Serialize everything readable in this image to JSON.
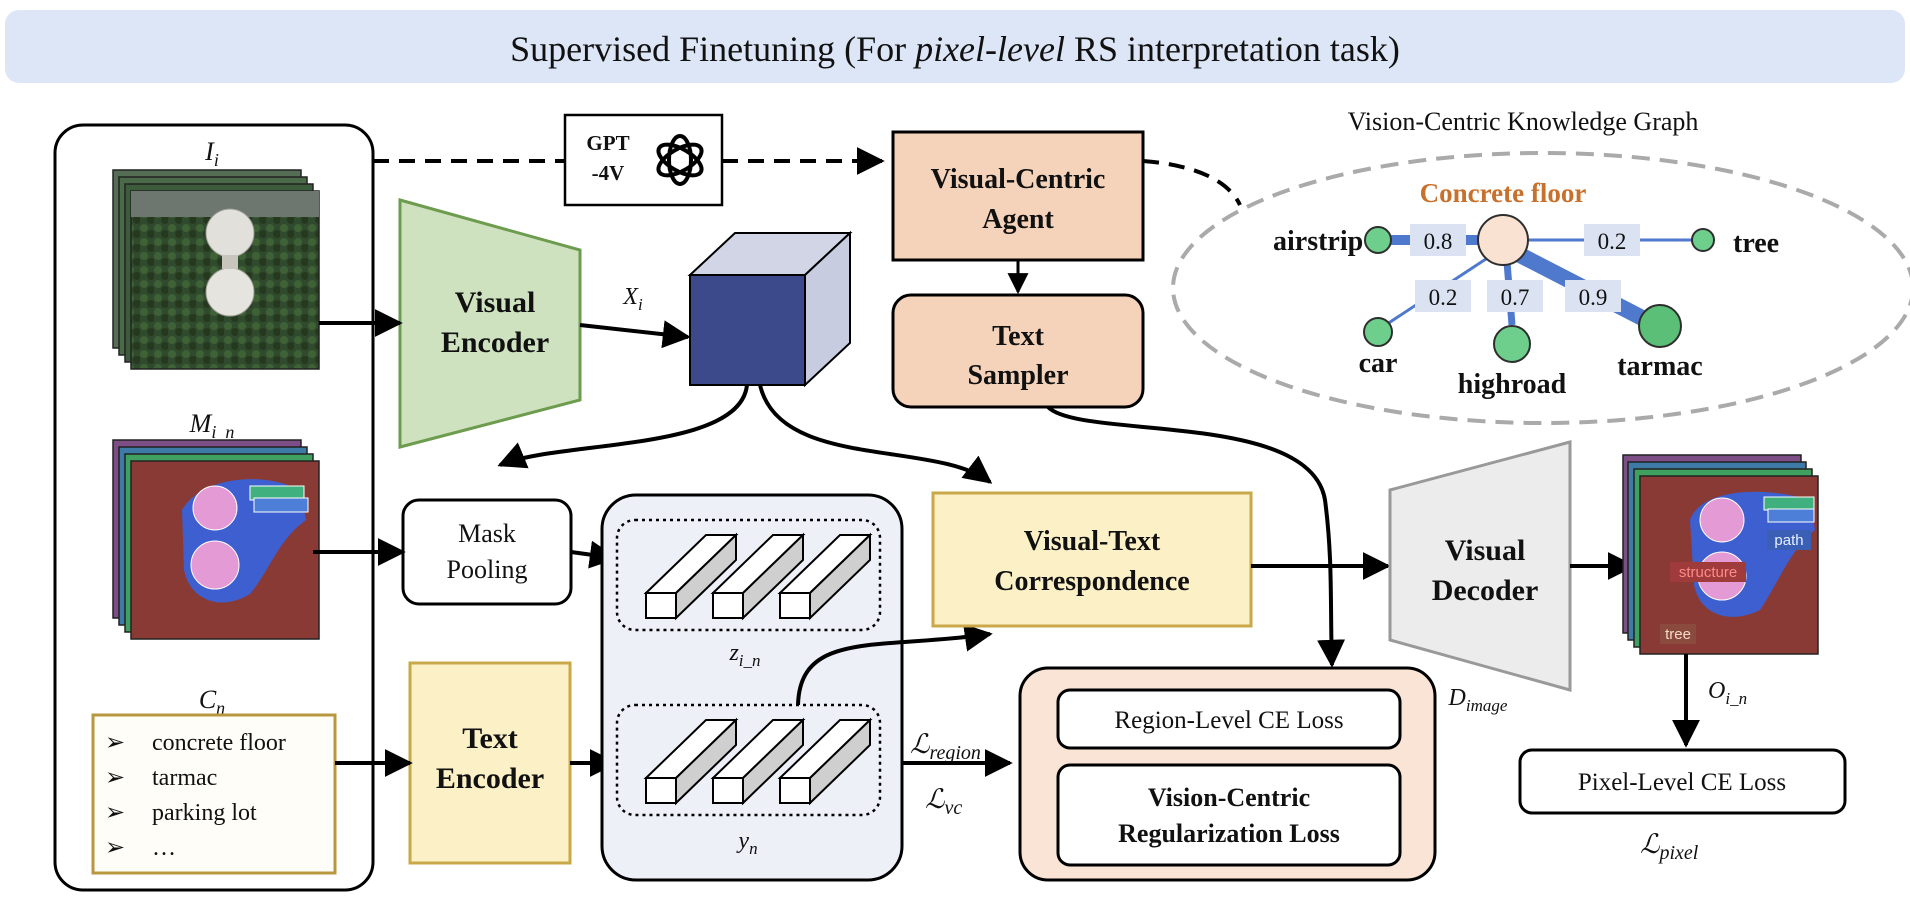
{
  "header": {
    "title_prefix": "Supervised Finetuning (For ",
    "title_italic": "pixel-level",
    "title_suffix": " RS interpretation task)"
  },
  "inputs": {
    "image_label_base": "I",
    "image_label_sub": "i",
    "mask_label_base": "M",
    "mask_label_sub": "i_n",
    "classes_label_base": "C",
    "classes_label_sub": "n",
    "class_list": [
      "concrete floor",
      "tarmac",
      "parking lot",
      "…"
    ]
  },
  "gpt": {
    "line1": "GPT",
    "line2": "-4V",
    "logo_icon": "openai-logo-icon"
  },
  "visual_encoder": {
    "line1": "Visual",
    "line2": "Encoder"
  },
  "feature": {
    "label_base": "X",
    "label_sub": "i"
  },
  "agent": {
    "line1": "Visual-Centric",
    "line2": "Agent"
  },
  "text_sampler": {
    "line1": "Text",
    "line2": "Sampler"
  },
  "knowledge_graph": {
    "title": "Vision-Centric Knowledge Graph",
    "center": "Concrete floor",
    "nodes": [
      "airstrip",
      "tree",
      "car",
      "highroad",
      "tarmac"
    ],
    "weights": [
      "0.8",
      "0.2",
      "0.2",
      "0.7",
      "0.9"
    ]
  },
  "mask_pooling": {
    "line1": "Mask",
    "line2": "Pooling"
  },
  "text_encoder": {
    "line1": "Text",
    "line2": "Encoder"
  },
  "embeddings": {
    "z_base": "z",
    "z_sub": "i_n",
    "y_base": "y",
    "y_sub": "n"
  },
  "correspondence": {
    "line1": "Visual-Text",
    "line2": "Correspondence"
  },
  "losses": {
    "region_symbol": "ℒ",
    "region_sub": "region",
    "vc_symbol": "ℒ",
    "vc_sub": "vc",
    "region_ce": "Region-Level CE Loss",
    "vc_line1": "Vision-Centric",
    "vc_line2": "Regularization Loss",
    "pixel_ce": "Pixel-Level CE Loss",
    "pixel_symbol": "ℒ",
    "pixel_sub": "pixel"
  },
  "decoder": {
    "line1": "Visual",
    "line2": "Decoder",
    "label_base": "D",
    "label_sub": "image"
  },
  "output": {
    "label_base": "O",
    "label_sub": "i_n",
    "mask_tags": [
      "path",
      "structure",
      "tree"
    ]
  },
  "colors": {
    "header_bg": "#dde6f7",
    "agent_fill": "#f5d3bb",
    "encoder_green": "#cfe2c0",
    "text_encoder_yellow": "#fbf0c6",
    "decoder_gray": "#ececec",
    "kg_edge": "#4f79cd",
    "kg_node": "#6ecf8d",
    "cube_face": "#3c4a8c"
  }
}
